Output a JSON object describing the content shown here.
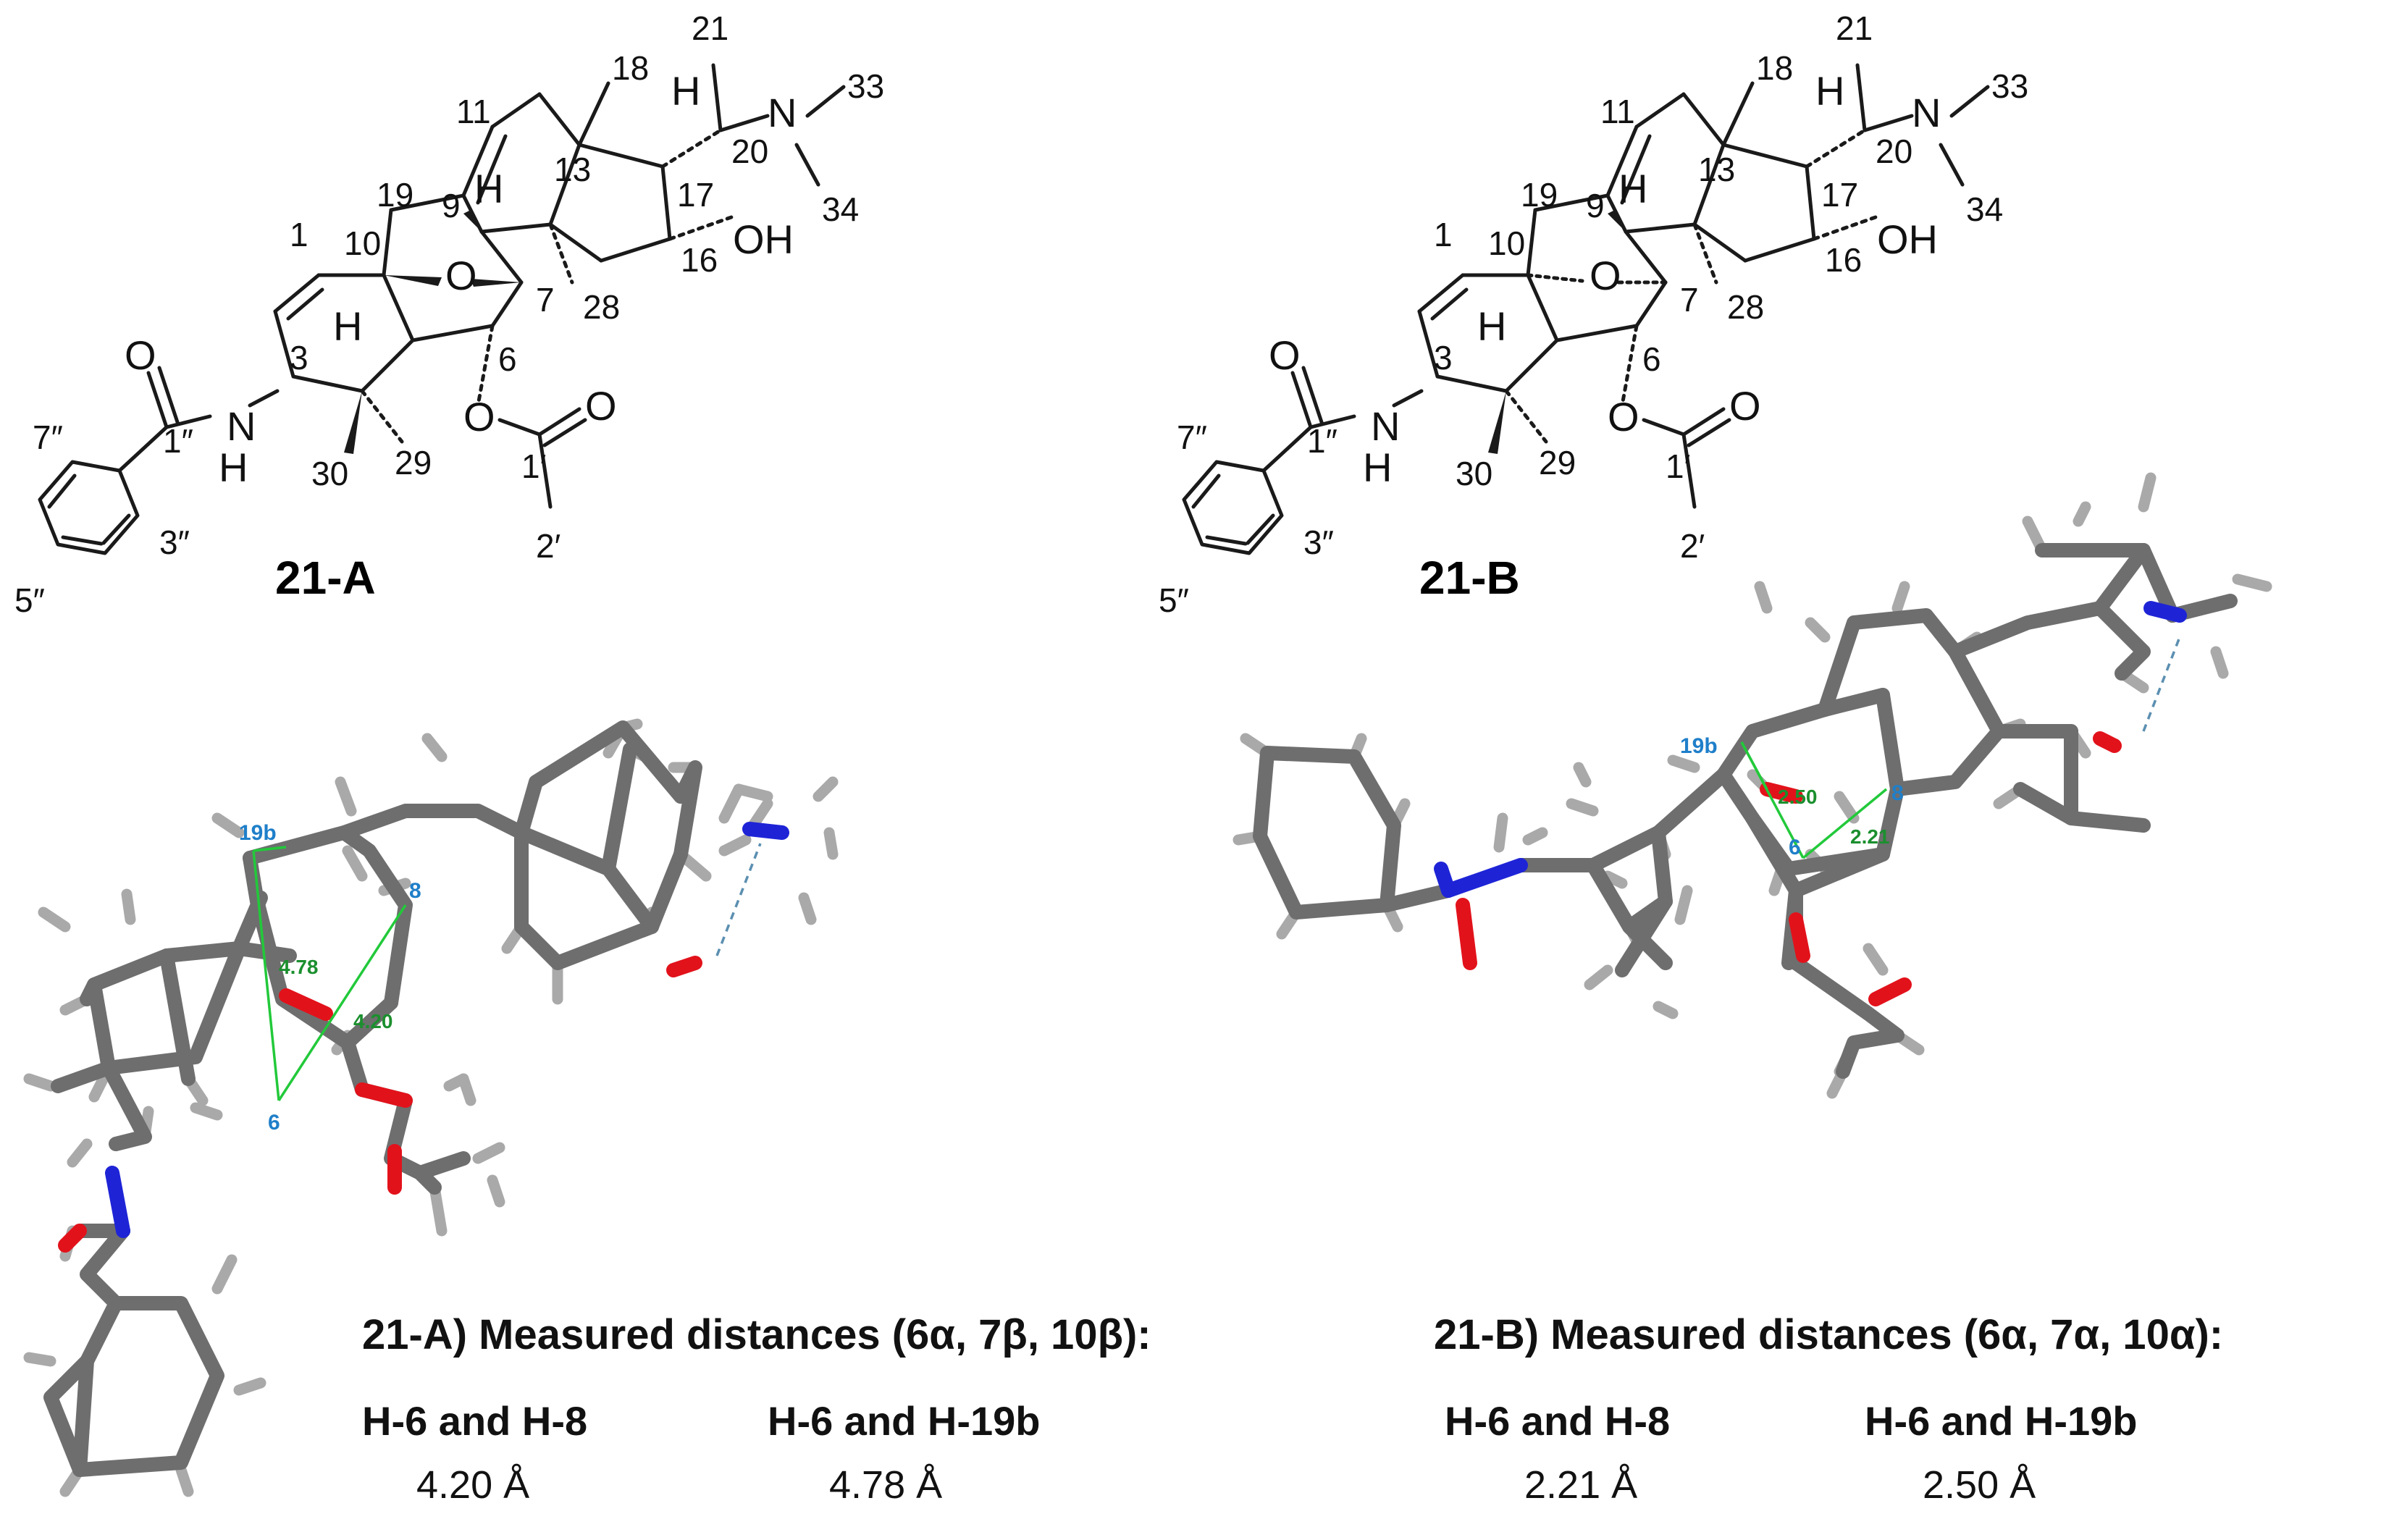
{
  "compounds": [
    {
      "id": "21-A",
      "name": "21-A",
      "measurement_heading": "21-A) Measured distances (6α, 7β, 10β):",
      "pairs": [
        {
          "label": "H-6 and H-8",
          "value": "4.20 Å"
        },
        {
          "label": "H-6 and H-19b",
          "value": "4.78 Å"
        }
      ],
      "model_labels": {
        "h19b": "19b",
        "h8": "8",
        "h6": "6",
        "d1": "4.78",
        "d2": "4.20"
      }
    },
    {
      "id": "21-B",
      "name": "21-B",
      "measurement_heading": "21-B) Measured distances (6α, 7α, 10α):",
      "pairs": [
        {
          "label": "H-6 and H-8",
          "value": "2.21 Å"
        },
        {
          "label": "H-6 and H-19b",
          "value": "2.50 Å"
        }
      ],
      "model_labels": {
        "h19b": "19b",
        "h8": "8",
        "h6": "6",
        "d1": "2.50",
        "d2": "2.21"
      }
    }
  ],
  "structure_labels": {
    "c1": "1",
    "c3": "3",
    "c6": "6",
    "c7": "7",
    "c9": "9",
    "c10": "10",
    "c11": "11",
    "c13": "13",
    "c16": "16",
    "c17": "17",
    "c18": "18",
    "c19": "19",
    "c20": "20",
    "c21": "21",
    "c28": "28",
    "c29": "29",
    "c30": "30",
    "c33": "33",
    "c34": "34",
    "c1p": "1′",
    "c2p": "2′",
    "c1pp": "1″",
    "c3pp": "3″",
    "c5pp": "5″",
    "c7pp": "7″",
    "n": "N",
    "nh_n": "N",
    "nh_h": "H",
    "h": "H",
    "o": "O",
    "oh": "OH"
  },
  "colors": {
    "carbon": "#6e6e6e",
    "hydrogen": "#a9a9a9",
    "oxygen": "#e2121b",
    "nitrogen": "#1e24d6",
    "distance_line": "#22c93a",
    "distance_label": "#1b8f2e",
    "proton_label": "#1f7fc9",
    "hbond": "#5b8fb0"
  }
}
